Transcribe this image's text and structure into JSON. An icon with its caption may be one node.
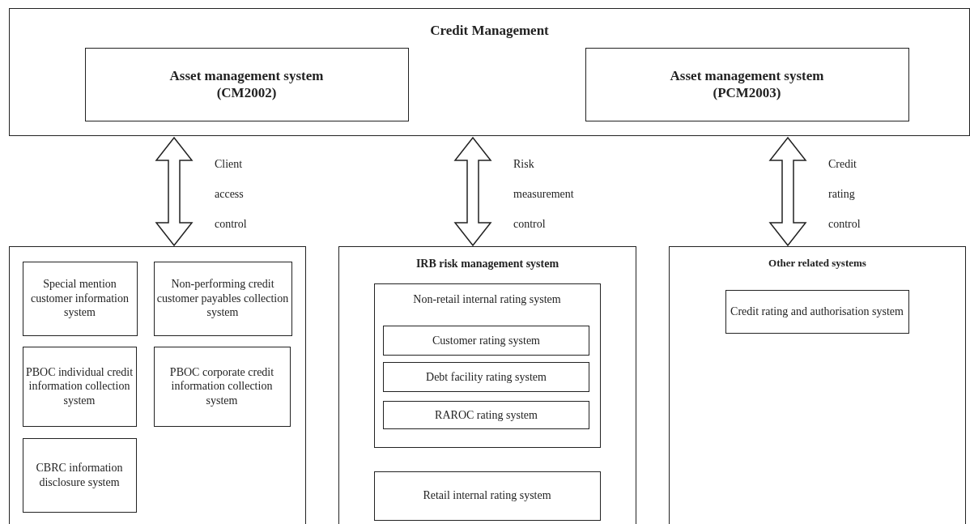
{
  "diagram": {
    "nodes": [
      {
        "text": [
          "Credit Management"
        ]
      },
      {
        "text": [
          "Asset management system (CM2002)"
        ],
        "in": 0
      },
      {
        "text": [
          "Asset management system (PCM2003)"
        ],
        "in": 0
      },
      {
        "text": [],
        "shape": "box"
      },
      {
        "text": [
          "Special mention customer information system"
        ],
        "in": 3
      },
      {
        "text": [
          "Non-performing credit customer payables collection system"
        ],
        "in": 3
      },
      {
        "text": [
          "PBOC individual credit information collection system"
        ],
        "in": 3
      },
      {
        "text": [
          "PBOC corporate credit information collection system"
        ],
        "in": 3
      },
      {
        "text": [
          "CBRC information disclosure system"
        ],
        "in": 3
      },
      {
        "text": [
          "IRB risk management system"
        ]
      },
      {
        "text": [
          "Non-retail internal rating system"
        ],
        "in": 9
      },
      {
        "text": [
          "Customer rating system"
        ],
        "in": 10
      },
      {
        "text": [
          "Debt facility rating system"
        ],
        "in": 10
      },
      {
        "text": [
          "RAROC rating system"
        ],
        "in": 10
      },
      {
        "text": [
          "Retail internal rating system"
        ],
        "in": 9
      },
      {
        "text": [
          "Other related systems"
        ]
      },
      {
        "text": [
          "Credit rating and authorisation system"
        ],
        "in": 15
      }
    ],
    "edges": [
      {
        "from": 0,
        "to": 3,
        "arrow": "both",
        "label": "Client access control"
      },
      {
        "from": 0,
        "to": 9,
        "arrow": "both",
        "label": "Risk measurement control"
      },
      {
        "from": 0,
        "to": 15,
        "arrow": "both",
        "label": "Credit rating control"
      }
    ]
  }
}
